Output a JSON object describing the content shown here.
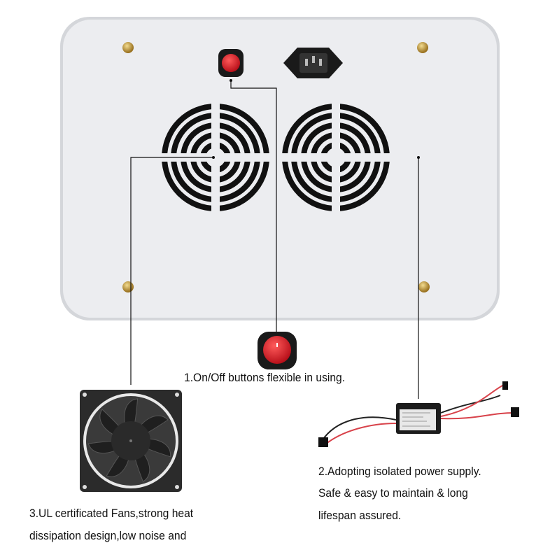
{
  "captions": {
    "onoff": "1.On/Off buttons flexible in using.",
    "power_line1": "2.Adopting isolated power supply.",
    "power_line2": "Safe & easy to maintain & long",
    "power_line3": "lifespan assured.",
    "fans_line1": "3.UL certificated Fans,strong heat",
    "fans_line2": "dissipation design,low noise and"
  },
  "colors": {
    "panel": "#ecedf0",
    "switch_red": "#e0202a",
    "brass": "#c9a040",
    "wire_red": "#d8424a"
  }
}
